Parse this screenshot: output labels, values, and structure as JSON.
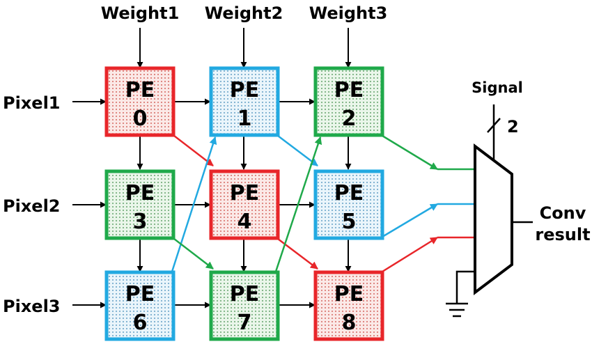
{
  "weights": [
    "Weight1",
    "Weight2",
    "Weight3"
  ],
  "pixels": [
    "Pixel1",
    "Pixel2",
    "Pixel3"
  ],
  "pe_prefix": "PE",
  "pes": [
    {
      "id": "0",
      "color": "red"
    },
    {
      "id": "1",
      "color": "blue"
    },
    {
      "id": "2",
      "color": "green"
    },
    {
      "id": "3",
      "color": "green"
    },
    {
      "id": "4",
      "color": "red"
    },
    {
      "id": "5",
      "color": "blue"
    },
    {
      "id": "6",
      "color": "blue"
    },
    {
      "id": "7",
      "color": "green"
    },
    {
      "id": "8",
      "color": "red"
    }
  ],
  "colors": {
    "red": "#e8262a",
    "blue": "#22a9e1",
    "green": "#1fa94a",
    "red_fill": "#f3d3cf",
    "blue_fill": "#d8ecf6",
    "green_fill": "#d7ecd6"
  },
  "mux": {
    "signal_label": "Signal",
    "bus_width": "2",
    "output_label_line1": "Conv",
    "output_label_line2": "result"
  }
}
